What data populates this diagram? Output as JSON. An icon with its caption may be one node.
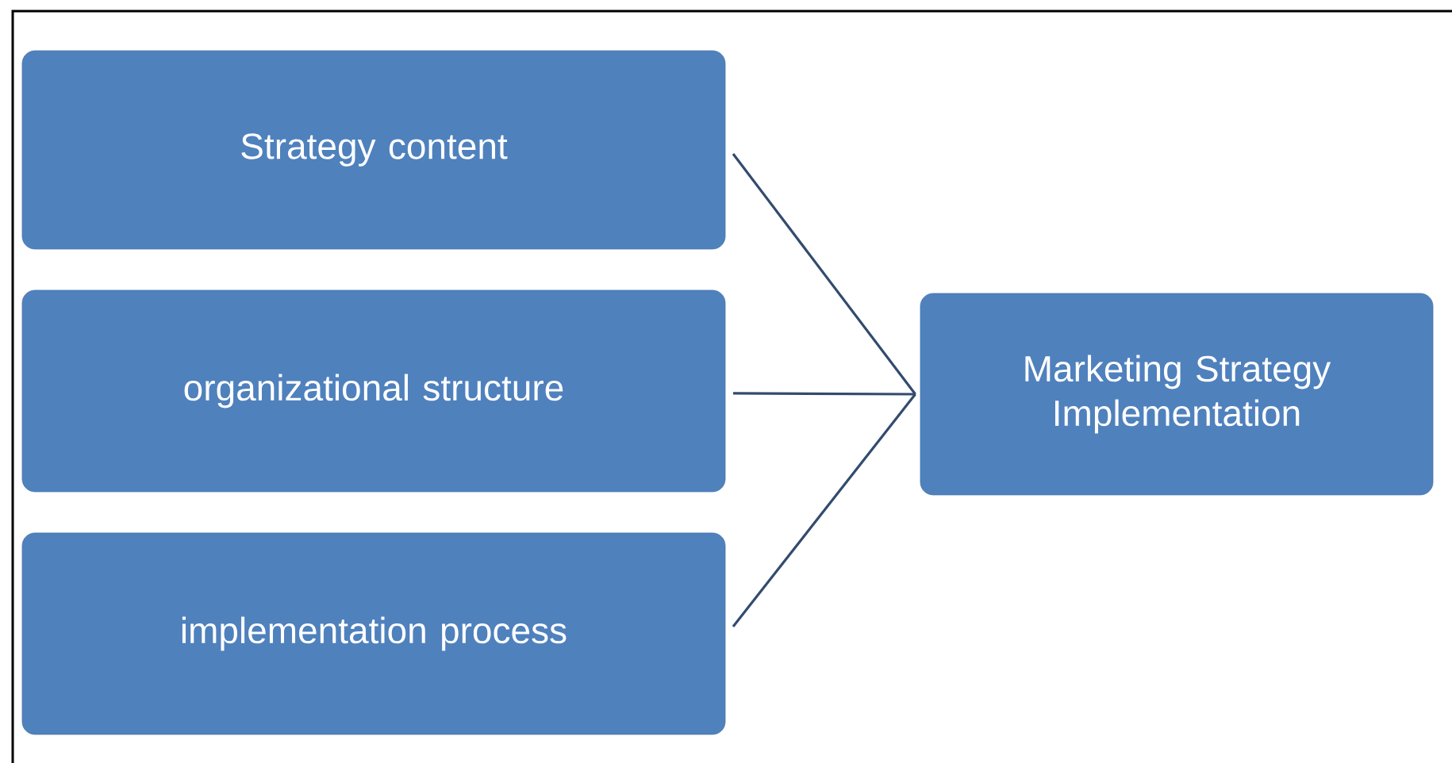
{
  "diagram": {
    "nodes": [
      {
        "text": [
          "Strategy content"
        ]
      },
      {
        "text": [
          "organizational structure"
        ]
      },
      {
        "text": [
          "implementation process"
        ]
      },
      {
        "text": [
          "Marketing Strategy Implementation"
        ]
      }
    ],
    "edges": [
      {
        "from": 0,
        "to": 3,
        "arrow": "none"
      },
      {
        "from": 1,
        "to": 3,
        "arrow": "none"
      },
      {
        "from": 2,
        "to": 3,
        "arrow": "none"
      }
    ]
  }
}
